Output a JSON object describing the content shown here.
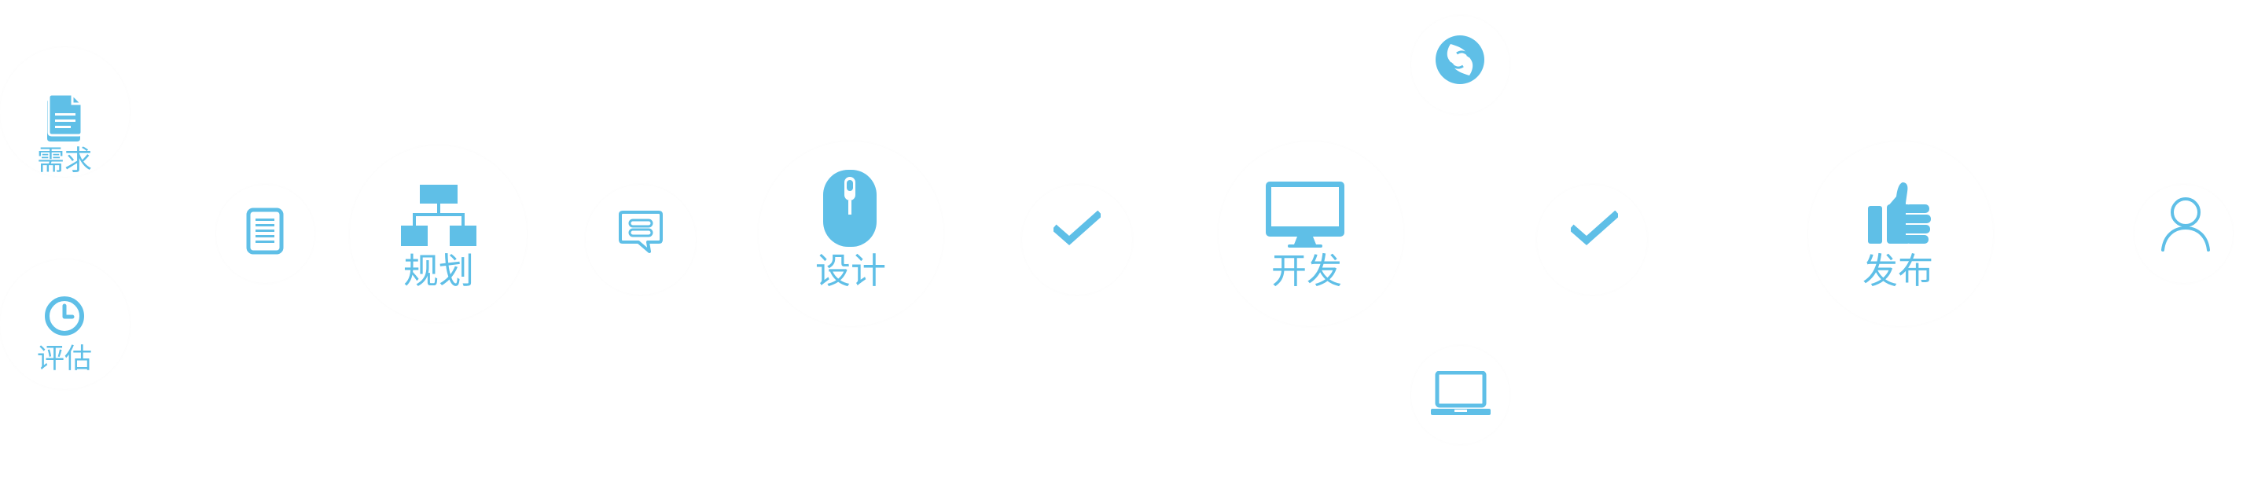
{
  "theme": {
    "accent": "#5fbfe7"
  },
  "stages": {
    "requirement": "需求",
    "evaluation": "评估",
    "planning": "规划",
    "design": "设计",
    "development": "开发",
    "release": "发布"
  },
  "icons": {
    "requirement": "document-stack-icon",
    "evaluation": "clock-icon",
    "plan_doc": "document-lines-icon",
    "planning": "sitemap-icon",
    "feedback": "chat-bubble-icon",
    "design": "mouse-icon",
    "check_1": "checkmark-icon",
    "development": "monitor-icon",
    "cloud_service": "swirl-logo-icon",
    "laptop": "laptop-icon",
    "check_2": "checkmark-icon",
    "release": "thumbs-up-icon",
    "user": "user-icon"
  }
}
